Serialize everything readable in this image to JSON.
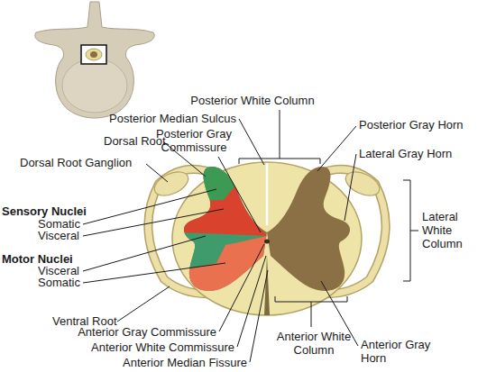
{
  "diagram": {
    "labels": [
      "Posterior White Column",
      "Posterior Median Sulcus",
      "Posterior Gray Commissure",
      "Posterior Gray Horn",
      "Dorsal Root",
      "Lateral Gray Horn",
      "Dorsal Root Ganglion",
      "Sensory Nuclei",
      "Somatic",
      "Visceral",
      "Motor Nuclei",
      "Visceral",
      "Somatic",
      "Lateral White Column",
      "Ventral Root",
      "Anterior Gray Commissure",
      "Anterior White Commissure",
      "Anterior Median Fissure",
      "Anterior Gray Horn",
      "Anterior White Column"
    ]
  }
}
